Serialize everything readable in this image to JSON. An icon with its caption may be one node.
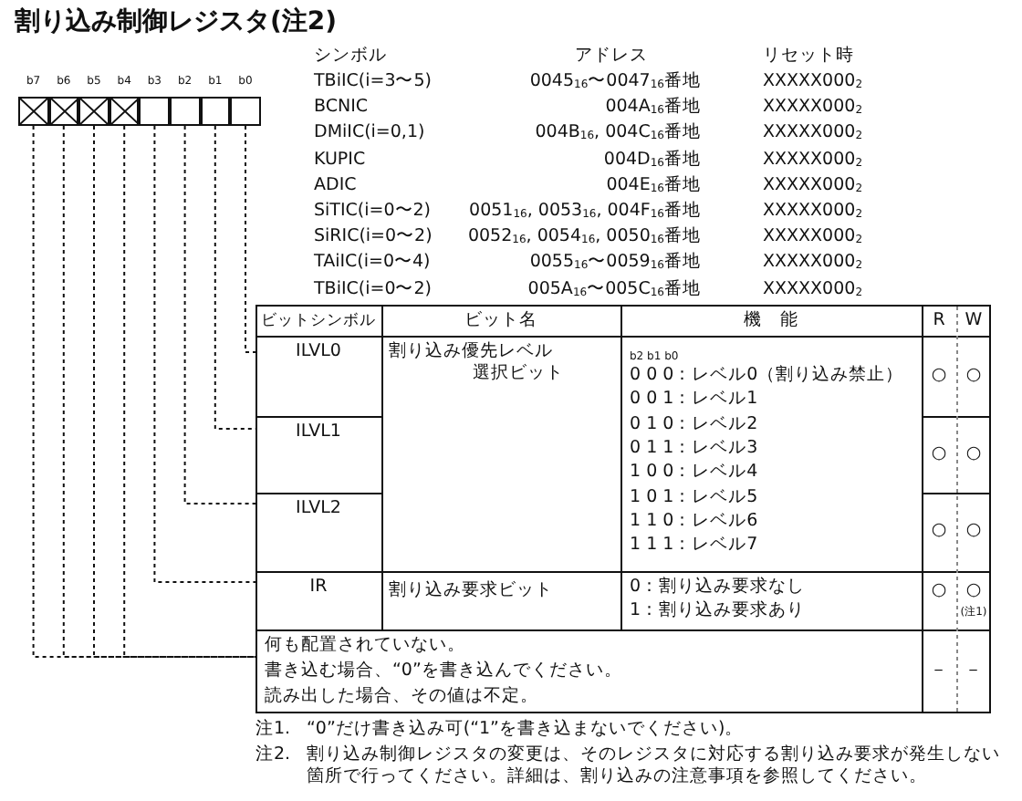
{
  "diagram": {
    "title": "割り込み制御レジスタ(注2)",
    "nodes": [
      {
        "text": [
          "b7"
        ]
      },
      {
        "text": [
          "b6"
        ]
      },
      {
        "text": [
          "b5"
        ]
      },
      {
        "text": [
          "b4"
        ]
      },
      {
        "text": [
          "b3"
        ]
      },
      {
        "text": [
          "b2"
        ]
      },
      {
        "text": [
          "b1"
        ]
      },
      {
        "text": [
          "b0"
        ]
      },
      {
        "text": [
          "ILVL0"
        ]
      },
      {
        "text": [
          "ILVL1"
        ]
      },
      {
        "text": [
          "ILVL2"
        ]
      },
      {
        "text": [
          "IR"
        ]
      },
      {
        "text": [
          "何も配置されていない。",
          "書き込む場合、“0”を書き込んでください。",
          "読み出した場合、その値は不定。"
        ]
      }
    ],
    "edges": [
      {
        "from": 7,
        "to": 8,
        "arrow": "none",
        "style": "dashed"
      },
      {
        "from": 6,
        "to": 9,
        "arrow": "none",
        "style": "dashed"
      },
      {
        "from": 5,
        "to": 10,
        "arrow": "none",
        "style": "dashed"
      },
      {
        "from": 4,
        "to": 11,
        "arrow": "none",
        "style": "dashed"
      },
      {
        "from": 3,
        "to": 12,
        "arrow": "none",
        "style": "dashed"
      },
      {
        "from": 2,
        "to": 12,
        "arrow": "none",
        "style": "dashed"
      },
      {
        "from": 1,
        "to": 12,
        "arrow": "none",
        "style": "dashed"
      },
      {
        "from": 0,
        "to": 12,
        "arrow": "none",
        "style": "dashed"
      }
    ],
    "labels": [
      "シンボル",
      "アドレス",
      "リセット時",
      "TBiIC(i=3〜5)",
      "0045$_{16}$〜0047$_{16}$番地",
      "XXXXX000$_{2}$",
      "BCNIC",
      "004A$_{16}$番地",
      "XXXXX000$_{2}$",
      "DMiIC(i=0,1)",
      "004B$_{16}$, 004C$_{16}$番地",
      "XXXXX000$_{2}$",
      "KUPIC",
      "004D$_{16}$番地",
      "XXXXX000$_{2}$",
      "ADIC",
      "004E$_{16}$番地",
      "XXXXX000$_{2}$",
      "SiTIC(i=0〜2)",
      "0051$_{16}$, 0053$_{16}$, 004F$_{16}$番地",
      "XXXXX000$_{2}$",
      "SiRIC(i=0〜2)",
      "0052$_{16}$, 0054$_{16}$, 0050$_{16}$番地",
      "XXXXX000$_{2}$",
      "TAiIC(i=0〜4)",
      "0055$_{16}$〜0059$_{16}$番地",
      "XXXXX000$_{2}$",
      "TBiIC(i=0〜2)",
      "005A$_{16}$〜005C$_{16}$番地",
      "XXXXX000$_{2}$",
      "ビットシンボル",
      "ビット名",
      "機　能",
      "R",
      "W",
      "割り込み優先レベル選択ビット",
      "b2 b1 b0",
      "0 0 0：レベル0（割り込み禁止）",
      "0 0 1：レベル1",
      "0 1 0：レベル2",
      "0 1 1：レベル3",
      "1 0 0：レベル4",
      "1 0 1：レベル5",
      "1 1 0：レベル6",
      "1 1 1：レベル7",
      "○",
      "○",
      "○",
      "○",
      "○",
      "○",
      "割り込み要求ビット",
      "0：割り込み要求なし",
      "1：割り込み要求あり",
      "○",
      "○",
      "(注1)",
      "－",
      "－",
      "注1.",
      "“0”だけ書き込み可(“1”を書き込まないでください)。",
      "注2.",
      "割り込み制御レジスタの変更は、そのレジスタに対応する割り込み要求が発生しない箇所で行ってください。詳細は、割り込みの注意事項を参照してください。"
    ]
  }
}
